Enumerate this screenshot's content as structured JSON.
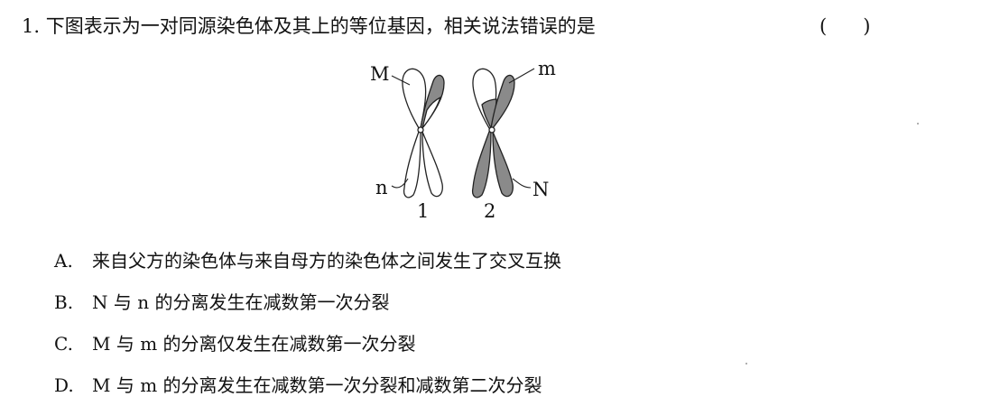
{
  "question": {
    "number": "1.",
    "stem": "下图表示为一对同源染色体及其上的等位基因，相关说法错误的是",
    "answer_blank": "(      )"
  },
  "figure": {
    "label_M": "M",
    "label_m": "m",
    "label_n": "n",
    "label_N": "N",
    "chromosome_1": "1",
    "chromosome_2": "2",
    "shade_color": "#8a8a8a",
    "line_color": "#222222"
  },
  "options": [
    {
      "letter": "A.",
      "text": "来自父方的染色体与来自母方的染色体之间发生了交叉互换"
    },
    {
      "letter": "B.",
      "text": "N 与 n 的分离发生在减数第一次分裂"
    },
    {
      "letter": "C.",
      "text": "M 与 m 的分离仅发生在减数第一次分裂"
    },
    {
      "letter": "D.",
      "text": "M 与 m 的分离发生在减数第一次分裂和减数第二次分裂"
    }
  ]
}
